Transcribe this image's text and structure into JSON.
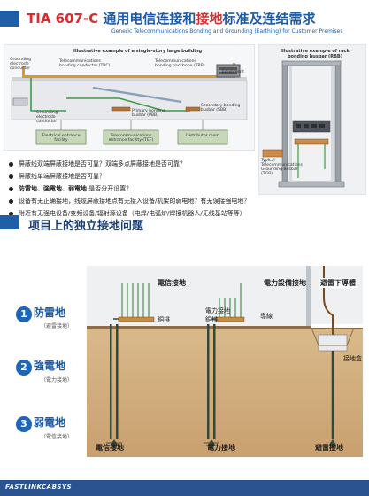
{
  "header": {
    "title_prefix": "TIA 607-C ",
    "title_main_1": "通用电信连接和",
    "title_highlight": "接地",
    "title_main_2": "标准及连结需求",
    "subtitle": "Generic Telecommunications Bonding and Grounding (Earthing) for Customer Premises"
  },
  "diagram_building": {
    "caption": "Illustrative example of a single-story large building",
    "labels": {
      "grounding_electrode_conductor": "Grounding electrode conductor",
      "tbc": "Telecommunications bonding conductor (TBC)",
      "tbb": "Telecommunications bonding backbone (TBB)",
      "equipment": "Equipment",
      "grounding_electrode": "Grounding electrode conductor",
      "pbb": "Primary bonding busbar (PBB)",
      "sbb": "Secondary bonding busbar (SBB)",
      "electrical_entrance": "Electrical entrance facility",
      "tef": "Telecommunications entrance facility (TEF)",
      "distributor_room": "Distributor room"
    }
  },
  "diagram_rack": {
    "caption": "Illustrative example of rack bonding busbar (RBB)",
    "rbb_caption": "Typical Telecommunications Grounding Busbar (TGB)"
  },
  "bullets": [
    "屏蔽线双端屏蔽接地是否可靠？双端多点屏蔽接地是否可靠？",
    "屏蔽线单端屏蔽接地是否可靠？",
    "防雷地、強電地、弱電地 是否分开设置？",
    "设备有无正确接地，线缆屏蔽接地点有无接入设备/机架的弱电地？有无误接强电地？",
    "附近有无强电设备/变频设备/辐射源设备（电焊/电弧炉/焊接机器人/无线基站等等）"
  ],
  "bullet_bold_prefix": "防雷地、強電地、弱電地",
  "bullet_bold_suffix": " 是否分开设置？",
  "section2": {
    "title": "项目上的独立接地问题"
  },
  "ground_types": [
    {
      "num": "1",
      "label": "防雷地",
      "sub": "（避雷接地）"
    },
    {
      "num": "2",
      "label": "強電地",
      "sub": "（電力接地）"
    },
    {
      "num": "3",
      "label": "弱電地",
      "sub": "（電信接地）"
    }
  ],
  "ground_diagram": {
    "telecom_ground": "電信接地",
    "power_equip_ground": "電力設備接地",
    "lightning_conductor": "避雷下導體",
    "copper_bar_1": "銅排",
    "power_ground": "電力接地",
    "copper_bar_2": "銅排",
    "wire": "導線",
    "ground_box": "接地盒",
    "bottom_telecom": "電信接地",
    "bottom_power": "電力接地",
    "bottom_lightning": "避雷接地"
  },
  "footer": {
    "brand": "FASTLINKCABSYS"
  },
  "colors": {
    "brand_blue": "#1e5ba6",
    "accent_red": "#d32f2f",
    "footer_blue": "#2a5390"
  }
}
